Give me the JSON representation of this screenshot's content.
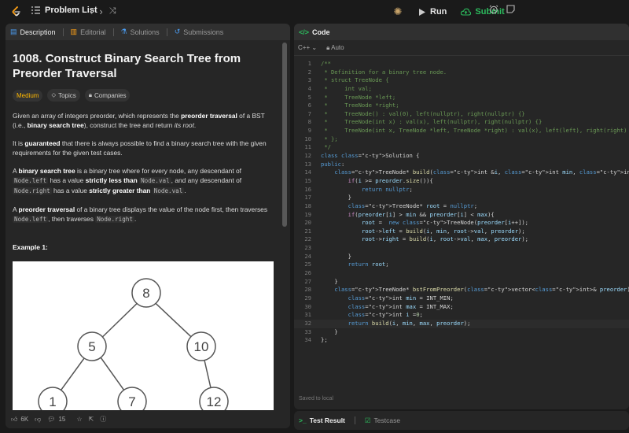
{
  "header": {
    "problem_list_label": "Problem List",
    "run_label": "Run",
    "submit_label": "Submit"
  },
  "left_tabs": [
    {
      "label": "Description",
      "icon": "document-icon"
    },
    {
      "label": "Editorial",
      "icon": "book-icon"
    },
    {
      "label": "Solutions",
      "icon": "flask-icon"
    },
    {
      "label": "Submissions",
      "icon": "history-icon"
    }
  ],
  "problem": {
    "title": "1008. Construct Binary Search Tree from Preorder Traversal",
    "difficulty": "Medium",
    "topics_label": "Topics",
    "companies_label": "Companies",
    "p1_a": "Given an array of integers preorder, which represents the ",
    "p1_b": "preorder traversal",
    "p1_c": " of a BST (i.e., ",
    "p1_d": "binary search tree",
    "p1_e": "), construct the tree and return ",
    "p1_f": "its root",
    "p1_g": ".",
    "p2_a": "It is ",
    "p2_b": "guaranteed",
    "p2_c": " that there is always possible to find a binary search tree with the given requirements for the given test cases.",
    "p3_a": "A ",
    "p3_b": "binary search tree",
    "p3_c": " is a binary tree where for every node, any descendant of ",
    "p3_code1": "Node.left",
    "p3_d": " has a value ",
    "p3_e": "strictly less than",
    "p3_code2": "Node.val",
    "p3_f": ", and any descendant of ",
    "p3_code3": "Node.right",
    "p3_g": " has a value ",
    "p3_h": "strictly greater than",
    "p3_code4": "Node.val",
    "p3_i": ".",
    "p4_a": "A ",
    "p4_b": "preorder traversal",
    "p4_c": " of a binary tree displays the value of the node first, then traverses ",
    "p4_code1": "Node.left",
    "p4_d": ", then traverses ",
    "p4_code2": "Node.right",
    "p4_e": ".",
    "example_label": "Example 1:",
    "tree_nodes": [
      "8",
      "5",
      "10",
      "1",
      "7",
      "12"
    ]
  },
  "footer": {
    "likes": "6K",
    "comments": "15"
  },
  "code_panel": {
    "title": "Code",
    "language": "C++",
    "mode": "Auto",
    "saved_text": "Saved to local",
    "lines": [
      "/**",
      " * Definition for a binary tree node.",
      " * struct TreeNode {",
      " *     int val;",
      " *     TreeNode *left;",
      " *     TreeNode *right;",
      " *     TreeNode() : val(0), left(nullptr), right(nullptr) {}",
      " *     TreeNode(int x) : val(x), left(nullptr), right(nullptr) {}",
      " *     TreeNode(int x, TreeNode *left, TreeNode *right) : val(x), left(left), right(right) {}",
      " * };",
      " */",
      "class Solution {",
      "public:",
      "    TreeNode* build(int &i, int min, int max, vector<int>&preorder){",
      "        if(i >= preorder.size()){",
      "            return nullptr;",
      "        }",
      "        TreeNode* root = nullptr;",
      "        if(preorder[i] > min && preorder[i] < max){",
      "            root =  new TreeNode(preorder[i++]);",
      "            root->left = build(i, min, root->val, preorder);",
      "            root->right = build(i, root->val, max, preorder);",
      "",
      "        }",
      "        return root;",
      "",
      "    }",
      "    TreeNode* bstFromPreorder(vector<int>& preorder) {",
      "        int min = INT_MIN;",
      "        int max = INT_MAX;",
      "        int i =0;",
      "        return build(i, min, max, preorder);",
      "    }",
      "};"
    ]
  },
  "bottom_tabs": [
    {
      "label": "Test Result",
      "icon": "terminal-icon"
    },
    {
      "label": "Testcase",
      "icon": "checkbox-icon"
    }
  ],
  "colors": {
    "accent_orange": "#ffa116",
    "submit_green": "#2cbb5d",
    "difficulty_medium": "#ffb800",
    "code_link_blue": "#4a9cf0"
  }
}
